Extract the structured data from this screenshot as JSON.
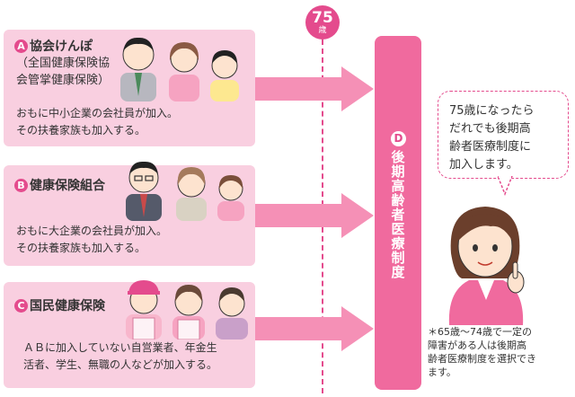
{
  "age_marker": {
    "number": "75",
    "unit": "歳"
  },
  "groups": [
    {
      "badge": "A",
      "title": "協会けんぽ",
      "subtitle_lines": [
        "（全国健康保険協",
        "会管掌健康保険）"
      ],
      "desc_lines": [
        "おもに中小企業の会社員が加入。",
        "その扶養家族も加入する。"
      ]
    },
    {
      "badge": "B",
      "title": "健康保険組合",
      "desc_lines": [
        "おもに大企業の会社員が加入。",
        "その扶養家族も加入する。"
      ]
    },
    {
      "badge": "C",
      "title": "国民健康保険",
      "desc_lines": [
        "ＡＢに加入していない自営業者、年金生",
        "活者、学生、無職の人などが加入する。"
      ]
    }
  ],
  "target": {
    "badge": "D",
    "label": "後期高齢者医療制度"
  },
  "speech_bubble_lines": [
    "75歳になったら",
    "だれでも後期高",
    "齢者医療制度に",
    "加入します。"
  ],
  "note_lines": [
    "＊65歳～74歳で一定の",
    "障害がある人は後期高",
    "齢者医療制度を選択でき",
    "ます。"
  ],
  "colors": {
    "pink_dark": "#e44b8d",
    "pink_bar": "#f06a9e",
    "pink_box": "#f9cfe0",
    "arrow": "#f590b6"
  }
}
